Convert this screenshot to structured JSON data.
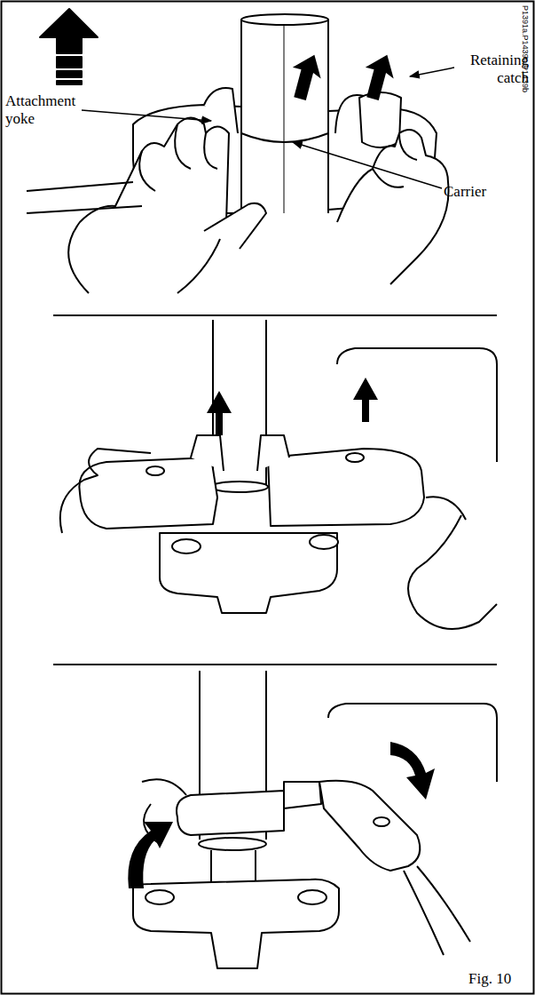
{
  "diagram": {
    "labels": [
      "Attachment yoke",
      "Retaining catch",
      "Carrier",
      "P1391a.P1439a.P1439b",
      "Fig. 10"
    ]
  }
}
